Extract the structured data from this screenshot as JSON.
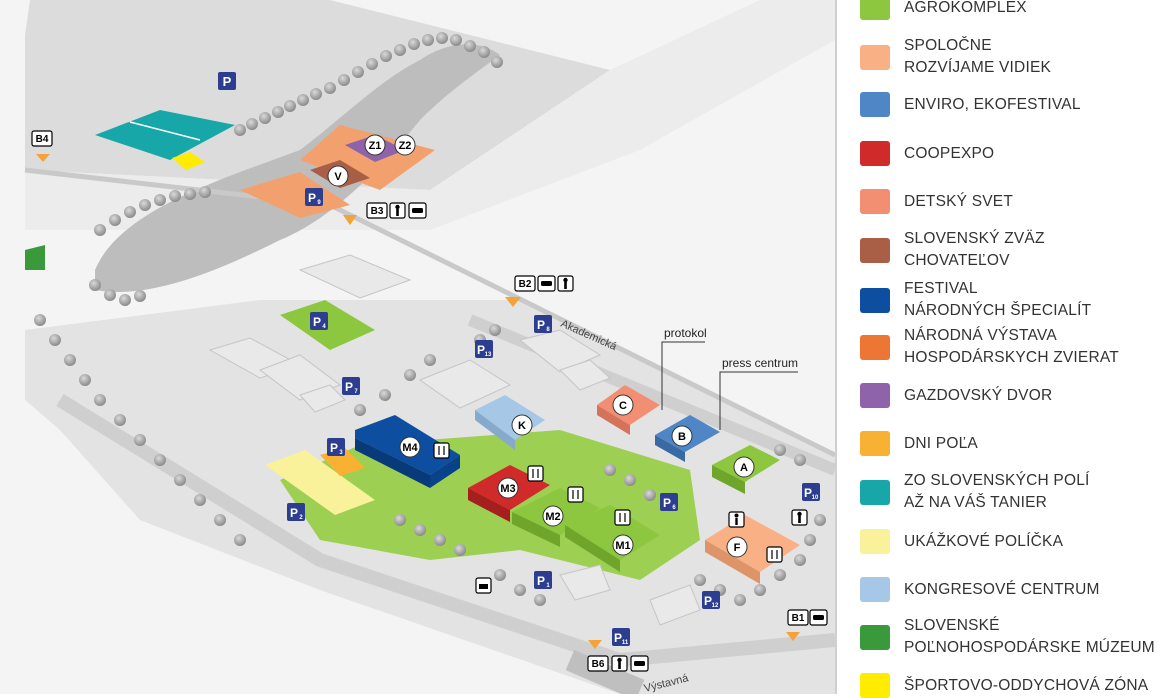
{
  "legend": {
    "items": [
      {
        "label_lines": [
          "AGROKOMPLEX"
        ],
        "color": "#8dc63f"
      },
      {
        "label_lines": [
          "SPOLOČNE",
          "ROZVÍJAME VIDIEK"
        ],
        "color": "#f9b085"
      },
      {
        "label_lines": [
          "ENVIRO, EKOFESTIVAL"
        ],
        "color": "#4f86c6"
      },
      {
        "label_lines": [
          "COOPEXPO"
        ],
        "color": "#d12a2a"
      },
      {
        "label_lines": [
          "DETSKÝ SVET"
        ],
        "color": "#f28f73"
      },
      {
        "label_lines": [
          "SLOVENSKÝ ZVÄZ",
          "CHOVATEĽOV"
        ],
        "color": "#a85f45"
      },
      {
        "label_lines": [
          "FESTIVAL",
          "NÁRODNÝCH ŠPECIALÍT"
        ],
        "color": "#0d4ea1"
      },
      {
        "label_lines": [
          "NÁRODNÁ VÝSTAVA",
          "HOSPODÁRSKYCH ZVIERAT"
        ],
        "color": "#ee7634"
      },
      {
        "label_lines": [
          "GAZDOVSKÝ DVOR"
        ],
        "color": "#8e63a9"
      },
      {
        "label_lines": [
          "DNI POĽA"
        ],
        "color": "#f8b133"
      },
      {
        "label_lines": [
          "ZO SLOVENSKÝCH POLÍ",
          "AŽ NA VÁŠ TANIER"
        ],
        "color": "#17a7a8"
      },
      {
        "label_lines": [
          "UKÁŽKOVÉ POLÍČKA"
        ],
        "color": "#faf29a"
      },
      {
        "label_lines": [
          "KONGRESOVÉ CENTRUM"
        ],
        "color": "#a7c7e7"
      },
      {
        "label_lines": [
          "SLOVENSKÉ",
          "POĽNOHOSPODÁRSKE MÚZEUM"
        ],
        "color": "#3a9a3b"
      },
      {
        "label_lines": [
          "ŠPORTOVO-ODDYCHOVÁ ZÓNA"
        ],
        "color": "#ffec00"
      }
    ]
  },
  "map": {
    "pavilions": {
      "A": "A",
      "B": "B",
      "C": "C",
      "F": "F",
      "K": "K",
      "M1": "M1",
      "M2": "M2",
      "M3": "M3",
      "M4": "M4",
      "V": "V",
      "Z1": "Z1",
      "Z2": "Z2"
    },
    "parking": {
      "p_label": "P",
      "numbers": [
        "1",
        "2",
        "3",
        "4",
        "6",
        "7",
        "8",
        "9",
        "10",
        "11",
        "12",
        "13"
      ]
    },
    "gates": [
      "B1",
      "B2",
      "B3",
      "B4",
      "B6"
    ],
    "annotations": {
      "protokol": "protokol",
      "press_centrum": "press centrum"
    },
    "streets": {
      "akademicka": "Akademická",
      "vystavna": "Výstavná"
    },
    "icons": [
      "restaurant-icon",
      "wc-icon",
      "car-icon",
      "info-icon",
      "hotel-icon"
    ],
    "colors": {
      "background": "#efefef",
      "parking_fill": "#2d3e90",
      "road": "#bfbfbf",
      "tree": "#9c9c9c",
      "building": "#e6e6e6",
      "gate_marker": "#f4a23a"
    }
  }
}
